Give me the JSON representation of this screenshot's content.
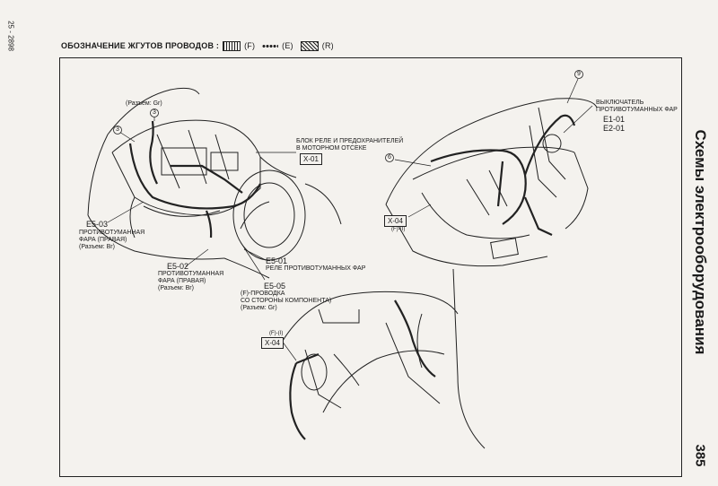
{
  "header": {
    "title": "ОБОЗНАЧЕНИЕ ЖГУТОВ ПРОВОДОВ :",
    "legend": [
      {
        "code": "(F)",
        "pattern": "vertical-lines"
      },
      {
        "code": "(E)",
        "pattern": "dots"
      },
      {
        "code": "(R)",
        "pattern": "diagonal-lines"
      }
    ]
  },
  "sidebar": {
    "section_title": "Схемы электрооборудования",
    "page_number": "385"
  },
  "edge_code": "25 - 2898",
  "labels": {
    "razem_gr": "(Разъем: Gr)",
    "callout_3a": "3",
    "callout_3b": "3",
    "callout_6": "6",
    "callout_9": "9",
    "relay_block_1": "БЛОК РЕЛЕ И ПРЕДОХРАНИТЕЛЕЙ",
    "relay_block_2": "В МОТОРНОМ ОТСЕКЕ",
    "x01": "X-01",
    "e5_03": "E5-03",
    "e5_03_d1": "ПРОТИВОТУМАННАЯ",
    "e5_03_d2": "ФАРА (ПРАВАЯ)",
    "e5_03_d3": "(Разъем: Br)",
    "e5_02": "E5-02",
    "e5_02_d1": "ПРОТИВОТУМАННАЯ",
    "e5_02_d2": "ФАРА (ПРАВАЯ)",
    "e5_02_d3": "(Разъем: Br)",
    "e5_01": "E5-01",
    "e5_01_d1": "РЕЛЕ ПРОТИВОТУМАННЫХ ФАР",
    "e5_05": "E5-05",
    "e5_05_d1": "(F)-ПРОВОДКА",
    "e5_05_d2": "СО СТОРОНЫ КОМПОНЕНТА)",
    "e5_05_d3": "(Разъем: Gr)",
    "switch_1": "ВЫКЛЮЧАТЕЛЬ",
    "switch_2": "ПРОТИВОТУМАННЫХ ФАР",
    "e1_01": "E1-01",
    "e2_01": "E2-01",
    "x04_top": "X-04",
    "x04_top_sub": "(F)-(I)",
    "x04_bottom": "X-04",
    "x04_bottom_sub": "(F)-(I)"
  }
}
